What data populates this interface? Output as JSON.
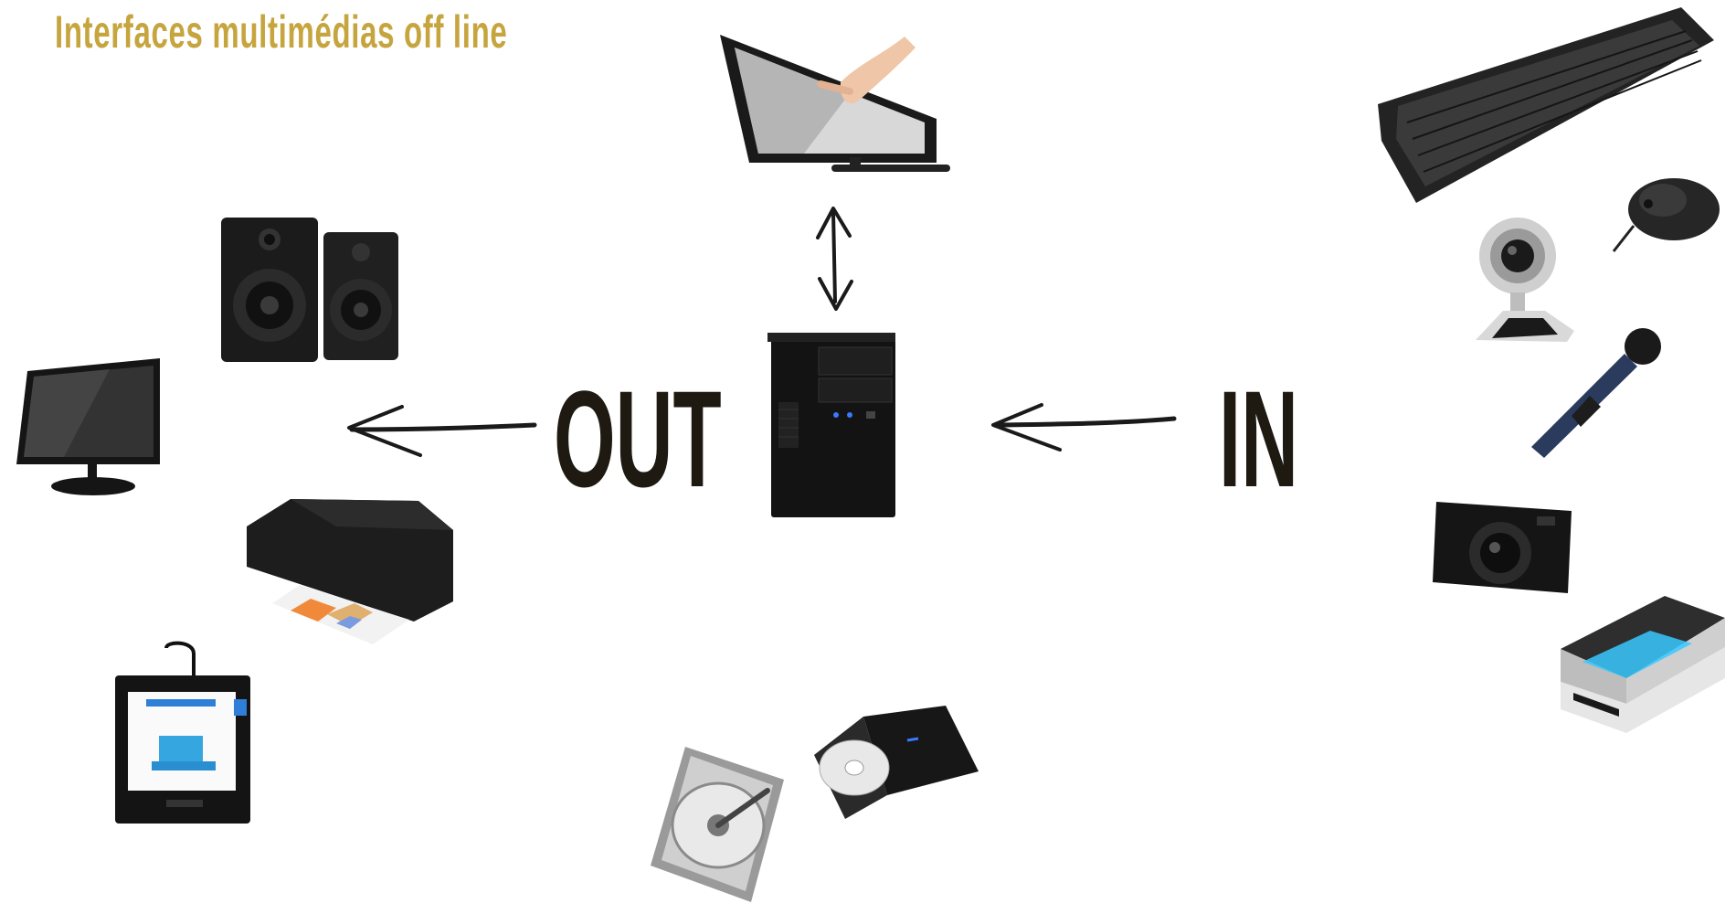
{
  "title": "Interfaces multimédias off line",
  "labels": {
    "out": "OUT",
    "in": "IN"
  },
  "colors": {
    "title": "#c6a43e",
    "label": "#1e1a12",
    "device_dark": "#1b1b1b",
    "accent_blue": "#2f7fd8"
  },
  "devices": {
    "center": [
      "desktop-computer-tower"
    ],
    "bidirectional": [
      "touchscreen-monitor"
    ],
    "out": [
      "speakers",
      "lcd-monitor",
      "inkjet-printer",
      "3d-printer"
    ],
    "in": [
      "keyboard",
      "mouse",
      "webcam",
      "microphone",
      "digital-camera",
      "flatbed-scanner"
    ],
    "storage": [
      "hard-disk-drive",
      "external-optical-drive"
    ]
  }
}
